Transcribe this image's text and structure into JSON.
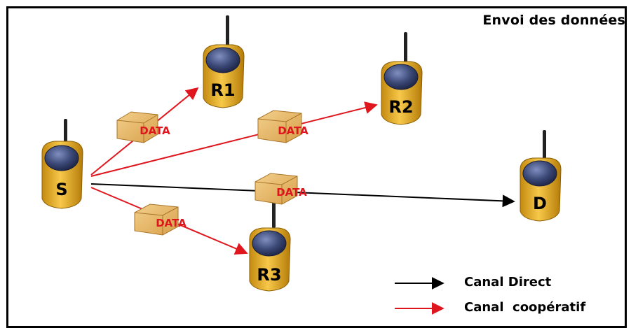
{
  "title": "Envoi des données",
  "nodes": [
    {
      "id": "S",
      "label": "S"
    },
    {
      "id": "R1",
      "label": "R1"
    },
    {
      "id": "R2",
      "label": "R2"
    },
    {
      "id": "R3",
      "label": "R3"
    },
    {
      "id": "D",
      "label": "D"
    }
  ],
  "packets": [
    {
      "label": "DATA"
    },
    {
      "label": "DATA"
    },
    {
      "label": "DATA"
    },
    {
      "label": "DATA"
    }
  ],
  "links": [
    {
      "from": "S",
      "to": "R1",
      "type": "cooperative"
    },
    {
      "from": "S",
      "to": "R2",
      "type": "cooperative"
    },
    {
      "from": "S",
      "to": "R3",
      "type": "cooperative"
    },
    {
      "from": "S",
      "to": "D",
      "type": "direct"
    }
  ],
  "legend": {
    "direct_label": "Canal Direct",
    "cooperative_label": "Canal  coopératif"
  },
  "colors": {
    "direct": "#000000",
    "cooperative": "#e0161e",
    "device_body": "#f2b91e",
    "device_screen": "#3c4a78",
    "box": "#e6b764",
    "data_text": "#e0161e"
  }
}
